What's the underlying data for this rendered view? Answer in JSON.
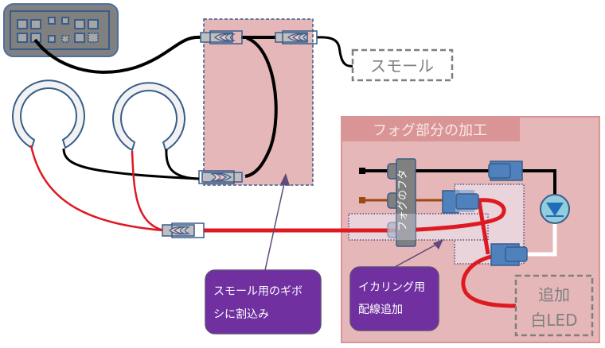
{
  "diagram": {
    "colors": {
      "wire_black": "#000000",
      "wire_red": "#dd1a22",
      "wire_brown": "#9b4a10",
      "wire_white": "#ffffff",
      "panel_pink": "#e6b7b8",
      "panel_header": "#d99595",
      "callout_purple": "#7030a0",
      "connector_blue": "#4f81bd",
      "connector_gray": "#bfbfbf",
      "outline_blue": "#385d8a",
      "led_light": "#93cddd",
      "dashed_gray": "#7f7f7f"
    },
    "labels": {
      "small_light": "スモール",
      "fog_section_title": "フォグ部分の加工",
      "fog_cover": "フォグのフタ",
      "callout_splice": [
        "スモール用のギボ",
        "シに割込み"
      ],
      "callout_ikaring": [
        "イカリング用",
        "配線追加"
      ],
      "added_led": [
        "追加",
        "白LED"
      ]
    },
    "components": {
      "switch_panel": "switch-panel",
      "ring_lights": [
        "ring-light-left",
        "ring-light-right"
      ],
      "led": "white-led-diode"
    }
  }
}
